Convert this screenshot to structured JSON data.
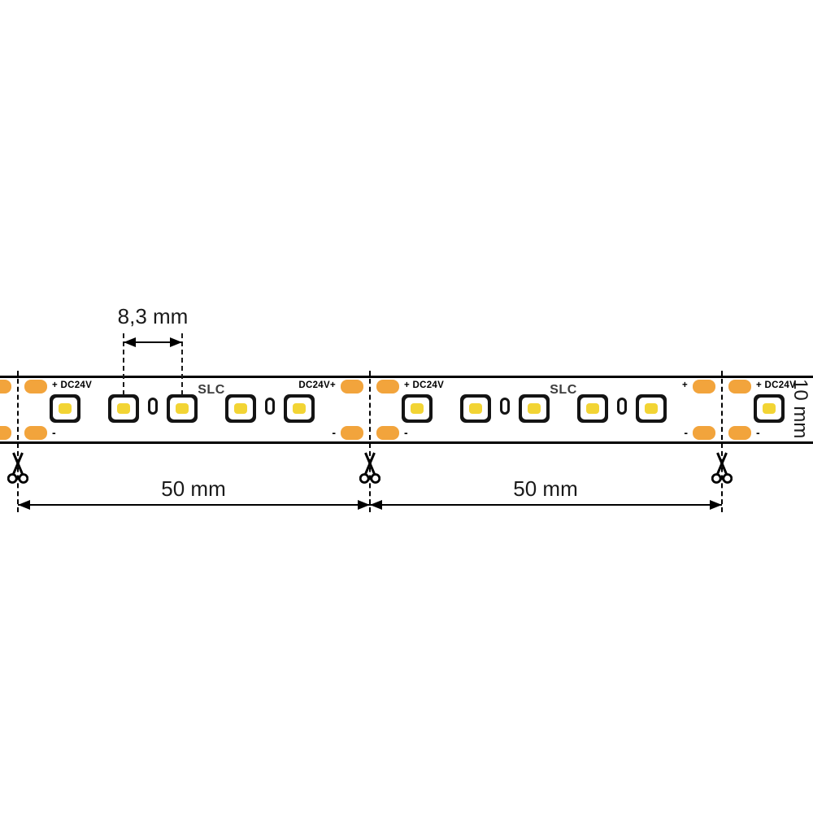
{
  "diagram": {
    "pitch_label": "8,3 mm",
    "segment_labels": [
      "50 mm",
      "50 mm"
    ],
    "width_label": "10 mm",
    "brand": "SLC",
    "pads": {
      "cut1": {
        "right_top": "+ DC24V",
        "right_bottom": "-"
      },
      "cut2": {
        "left_top": "DC24V+",
        "left_bottom": "-",
        "right_top": "+ DC24V",
        "right_bottom": "-"
      },
      "cut3": {
        "left_top": "+",
        "left_bottom": "-",
        "right_top": "+ DC24V",
        "right_bottom": "-"
      }
    },
    "colors": {
      "pad": "#F2A43C",
      "led": "#F2D434",
      "ink": "#000000"
    },
    "cut_points": 3,
    "leds_visible": 11
  }
}
